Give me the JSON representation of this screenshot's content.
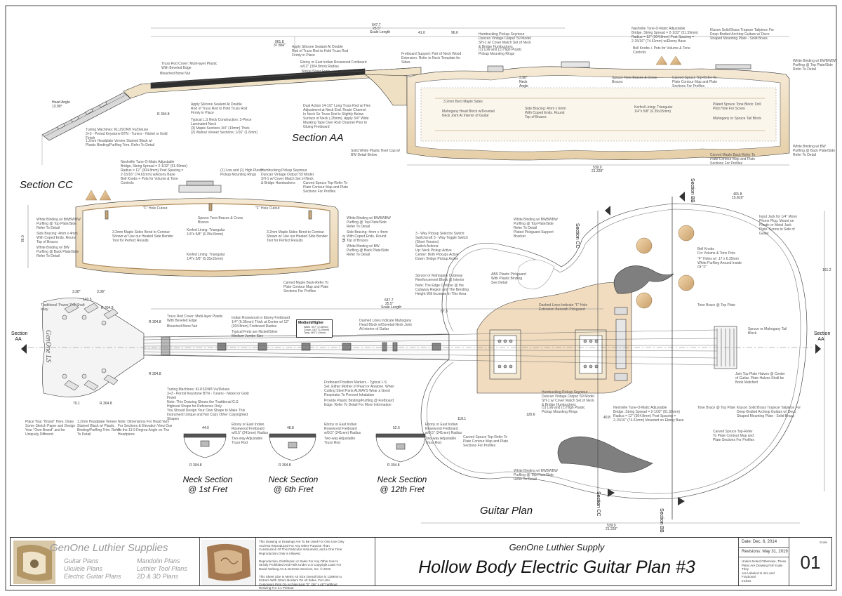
{
  "sections": {
    "aa": "Section AA",
    "cc": "Section CC",
    "plan": "Guitar Plan",
    "neck1": "Neck Section\n@ 1st Fret",
    "neck6": "Neck Section\n@ 6th Fret",
    "neck12": "Neck Section\n@ 12th Fret"
  },
  "markers": {
    "section_aa_left": "Section\nAA",
    "section_aa_right": "Section\nAA",
    "section_bb_top": "Section\nBB",
    "section_bb_bottom": "Section\nBB",
    "section_cc_top": "Section\nCC",
    "section_cc_bottom": "Section\nCC"
  },
  "headstock_logo": "GenOne LS",
  "dimensions": {
    "scale_top": "647.7",
    "scale_top_in": "25.5\"",
    "scale_length_label": "Scale Length",
    "scale_mid": "647.7",
    "scale_mid_in": "25.5\"",
    "overall_top": "961.8",
    "overall_top_in": "37.866\"",
    "body_length": "539.0",
    "body_length_in": "21.220\"",
    "plan_body_width": "401.8",
    "plan_body_width_in": "15.819\"",
    "plan_body_length": "539.0",
    "plan_body_length_in": "21.220\"",
    "head_angle": "Head Angle\n13.90°",
    "neck_angle": "3.90°\nNeck\nAngle",
    "d_41": "41.0",
    "d_96": "96.6",
    "d_3_38": "3.38\"",
    "d_3_38b": "3.38\"",
    "d_133": "133.5",
    "d_161": "161.2",
    "d_87": "87.3",
    "d_118": "118.1",
    "d_120": "120.6",
    "d_40": "40.8",
    "d_44": "44.0",
    "d_48": "48.8",
    "d_52": "52.6",
    "d_r304a": "R 304.8",
    "d_r304b": "R 304.8",
    "d_r304c": "R 304.8",
    "d_r304d": "R 304.8",
    "d_r304e": "R 304.8",
    "d_r304f": "R 304.8",
    "d_r304g": "R 304.8",
    "d_r304h": "R 304.8",
    "d_70": "70.1",
    "d_96cc": "96.0",
    "d_58": "58.0"
  },
  "notes": {
    "truss_rod_cover": "Truss Rod Cover: Multi-layer Plastic\nWith Beveled Edge",
    "bleached_bone_nut": "Bleached Bone Nut",
    "apply_silicone_top": "Apply Silicone Sealant At Double\nRod of Truss Rod to Hold Truss Rod\nFirmly in Place",
    "ebony_fretboard": "Ebony or East Indian Rosewood Fretboard\nw/12\" (304.8mm) Radius",
    "nickel_silver": "Nickel Silver Frets",
    "fretboard_support": "Fretboard Support: Part of Neck Wood\nExtension. Refer to Neck Template for\nSides",
    "humbucking_top": "Humbucking Pickup Seymour\nDuncan Vintage Output '59 Model\nSH-1 w/ Cover Match Set of Neck\n& Bridge Humbuckers",
    "low_high_top": "(1) Low and (1) High Plastic\nPickup Mounting Rings",
    "neshville_top": "Nashville Tune-O-Matic Adjustable\nBridge, String Spread = 2-1/32\" (51.59mm)\nRadius = 12\" (304.8mm) Post Spacing =\n2-15/16\" (74.61mm) w/Ebony Base",
    "bell_knobs_top": "Bell Knobs + Pots for Volume & Tone\nControls",
    "kluson_top": "Kluson Solid Brass Trapeze Tailpiece For\nDeep-Bodied Archtop Guitars w/ Deco\nShaped Mounting Plate - Solid Brass",
    "white_binding_top": "White Binding w/ BWBWBW\nPurfling @ Top Plate/Side\nRefer To Detail",
    "spruce_braces": "Spruce Tone Braces & Cross\nBraces",
    "carved_spruce_aa": "Carved Spruce Top-Refer To\nPlate Contour Map and Plate\nSections For Profiles",
    "plated_spruce": "Plated Spruce Tone Block: Drill\nPilot Hole For Screw",
    "mahogany_tail": "Mahogany or Spruce Tail Block",
    "white_binding_back": "White Binding w/ BW\nPurfling @ Back Plate/Side\nRefer To Detail",
    "carved_maple_back": "Carved Maple Back-Refer To\nPlate Contour Map and Plate\nSections For Profiles",
    "maple_sides": "3.2mm Bent Maple Sides",
    "mahogany_head_block": "Mahogany Head Block w/Dovetail\nNeck Joint At Interior of Guitar",
    "side_bracing": "Side Bracing: 4mm x 6mm\nWith Coped Ends. Round\nTop of Braces",
    "kerfed_lining_top": "Kerfed Lining: Triangular\n1/4\"x 5/8\" (6.35x15mm)",
    "apply_silicone_low": "Apply Silicone Sealant At Double\nRod of Truss Rod to Hold Truss Rod\nFirmly in Place",
    "neck_construction": "Typical L.S Neck Construction: 3-Piece\nLaminated Neck\n(3) Maple Sections 3/4\" (19mm) Thick\n(2) Walnut Veneer Sections: 1/16\" (1.6mm)",
    "dual_action": "Dual Action 14-1/2\" Long Truss Rod w/ Hex\nAdjustment at Neck End. Route Channel\nIn Neck So Truss Rod is Slightly Below\nSurface of Neck (.25mm). Apply 3/4\" Wide\nMasking Tape Over Rod Channel Prior to\nGluing Fretboard",
    "tuning_machines": "Tuning Machines: KLUSON® Vu/Deluxe\n3+3 - Period Keystone BTN - Tuners - Nickel or Gold\nFinish",
    "headplate_veneer": "1.2mm Headplate Veneer Stained Black w/\nPlastic Binding/Purfling Trim. Refer To Detail",
    "solid_white_cap": "Solid White Plastic Heel Cap w/\nBW Detail Below",
    "neshville_cc": "Neshville Tune-O-Matic Adjustable\nBridge, String Spread = 2-1/32\" (51.59mm)\nRadius = 12\" (304.8mm) Post Spacing =\n2-15/16\" (74.61mm) w/Ebony Base",
    "bell_knobs_cc": "Bell Knobs + Pots for Volume & Tone\nControls",
    "low_high_cc": "(1) Low and (1) High Plastic\nPickup Mounting Rings",
    "humbucking_cc": "Humbucking Pickup Seymour\nDuncan Vintage Output '59 Model\nSH-1 w/ Cover Match Set of Neck\n& Bridge Humbuckers",
    "carved_spruce_cc": "Carved Spruce Top-Refer To\nPlate Contour Map and Plate\nSections For Profiles",
    "white_binding_cc_l": "White Binding w/ BWBWBW\nPurfling @ Top Plate/Side\nRefer To Detail",
    "side_bracing_cc_l": "Side Bracing: 4mm x 4mm\nWith Coped Ends. Round\nTop of Braces",
    "white_binding_cc_bl": "White Binding w/ BW\nPurfling @ Back Plate/Side\nRefer To Detail",
    "maple_sides_cc_l": "3.2mm Maple Sides Bend to Contour\nShown w/ Use our Heated Side Bender\nTool for Perfect Results",
    "spruce_tone_cc": "Spruce Tone Braces & Cross\nBraces",
    "kerfed_cc": "Kerfed Lining: Triangular\n1/4\"x 5/8\" (6.35x15mm)",
    "maple_sides_cc_r": "3.2mm Maple Sides Bend to Contour\nShown w/ Use our Heated Side Bender\nTool for Perfect Results",
    "kerfed_cc_low": "Kerfed Lining: Triangular\n1/4\"x 5/8\" (6.35x15mm)",
    "white_binding_cc_r": "White Binding w/ BWBWBW\nPurfling @ Top Plate/Side\nRefer To Detail",
    "side_bracing_cc_r": "Side Bracing: 4mm x 4mm\nWith Coped Ends. Round\nTop of Braces",
    "white_binding_cc_br": "White Binding w/ BW\nPurfling @ Back Plate/Side\nRefer To Detail",
    "carved_maple_cc": "Carved Maple Back-Refer To\nPlate Contour Map and Plate\nSections For Profiles",
    "f_hole_cutout_l": "\"F\" Hole Cutout",
    "f_hole_cutout_r": "\"F\" Hole Cutout",
    "traditional_power": "Traditional 'Power' Pot Shaft\nInlay",
    "truss_rod_cover_plan": "Truss Rod Cover: Multi-layer Plastic\nWith Beveled Edge",
    "bleached_nut_plan": "Bleached Bone Nut",
    "indian_rosewood": "Indian Rosewood or Ebony Fretboard\n1/4\" (6.35mm) Thick at Center w/ 12\"\n(304.8mm) Fretboard Radius",
    "typical_frets": "Typical Frets are Nickel/Silver\nMedium Jumbo Size",
    "fret_wire_title": "Medium/Higher",
    "fret_wire_specs": "Width .097\" (2.46mm)\nCrown .043\" (1.09mm)\nTang  .063\" (1.6mm)",
    "dashed_lines_mahogany": "Dashed Lines Indicate Mahogany\nHead Block w/Dovetail Neck Joint\nAt Interior of Guitar",
    "tuning_plan": "Tuning Machines: KLUSON® Vu/Deluxe\n3+3 - Period Keystone BTN - Tuners - Nickel or Gold\nFinish",
    "note_dimensions": "Note: This Drawing Shows the Traditional G.S\nHighrest Shape for Reference Only.\nYou Should Design Your Own Shape to Make This\nInstrument Unique and Not Copy Other Copyrighted\nShapes",
    "place_brand": "Place Your \"Brand\" Here. Draw\nSome Sketch Paper and Design\nYour \"Own Brand\" and be\nUniquely Different.",
    "headplate_plan": "1.2mm Headplate Veneer\nStained Black w/ Plastic\nBinding/Purfling Trim. Refer\nTo Detail",
    "note_dim_head": "Note: Dimensions For Head Vary\nFor Sections & Elevation View Due\nTo the 13.9 Degree Angle on The\nHeadpiece",
    "fret_position": "Fretboard Position Markers - Typical L.S\nSet, Either Mother of Pearl or Abalone. When\nCutting Steel Parts ALWAYS Wear a Good\nRespirator To Prevent Inhalation",
    "provide_plastic": "Provide Plastic Binding/Purfling @ Fretboard\nEdge. Refer To Detail For More Information",
    "ebony_neck1": "Ebony or East Indian\nRosewood Fretboard\nw/9.5\" (241mm) Radius",
    "truss_neck1": "Two-way Adjustable\nTruss Rod",
    "ebony_neck6": "Ebony or East Indian\nRosewood Fretboard\nw/9.5\" (241mm) Radius",
    "truss_neck6": "Two-way Adjustable\nTruss Rod",
    "ebony_neck12": "Ebony or East Indian\nRosewood Fretboard\nw/9.5\" (241mm) Radius",
    "truss_neck12": "Two-way Adjustable\nTruss Rod",
    "spruce_cutaway": "Spruce or Mahogany Cutaway\nReinforcement Block @ Interior",
    "note_edge_contour": "Note: The Edge Contour @ the\nCutaway Region and The Bending\nHeight Will Increase In This Area",
    "abs_pickguard": "ABS Plastic Pickguard\nWith Plastic Binding\nSee Detail",
    "dashed_f_hole": "Dashed Lines Indicate \"F\" Hole\nExtension Beneath Pickguard",
    "three_way": "3 - Way Pickup Selector Switch:\nSwitchcraft 3 - Way Toggle Switch\n(Short Version)\nSwitch Actions:\nUp: Neck Pickup Active\nCenter: Both Pickups Active\nDown: Bridge Pickup Active",
    "white_binding_plan": "White Binding w/ BWBWBW\nPurfling @ Top Plate/Side\nRefer To Detail",
    "plated_pickguard": "Plated Pickguard Support\nBracket",
    "bell_knobs_plan": "Bell Knobs\nFor Volume & Tone Pots",
    "f_holes_plan": "\"F\" Holes w/ .17 x 6.35mm\nWhite Purfling Around Inside\nOf \"F\"",
    "input_jack": "Input Jack for 1/4\" Mono\nPhone Plug. Mount on\nPlastic or Metal Jack\nPlate. Screw to Side of\nGuitar",
    "tone_brace_plan": "Tone Brace @ Top Plate",
    "spruce_tail_plan": "Spruce or Mahogany Tail\nBlock",
    "join_top": "Join Top Plate Halves @ Center\nof Guitar. Plate Halves Shall be\nBook Matched",
    "humbucking_plan": "Humbucking Pickup Seymour\nDuncan Vintage Output '59 Model\nSH-1 w/ Cover Match Set of Neck\n& Bridge Humbuckers",
    "low_high_plan": "(1) Low and (1) High Plastic\nPickup Mounting Rings",
    "neshville_plan": "Neshville Tune-O-Matic Adjustable\nBridge, String Spread = 2-1/32\" (51.59mm)\nRadius = 12\" (304.8mm) Post Spacing =\n2-15/16\" (74.61mm) Mounted on Ebony Base",
    "tone_brace_plan2": "Tone Brace @ Top Plate",
    "kluson_plan": "Kluson Solid Brass Trapeze Tailpiece For\nDeep-Bodied Archtop Guitars w/ Deco\nShaped Mounting Plate - Solid Brass",
    "carved_spruce_plan": "Carved Spruce Top-Refer To\nPlate Contour Map and Plate\nSections For Profiles",
    "carved_spruce_plan2": "Carved Spruce Top-Refer\nTo Plate Contour Map and\nPlate Sections For Profiles",
    "white_binding_plan2": "White Binding w/ BWBWBW\nPurfling @ Top Plate/Side\nRefer To Detail"
  },
  "title_block": {
    "company": "GenOne Luthier Supplies",
    "links_col1": [
      "Guitar Plans",
      "Ukulele Plans",
      "Electric Guitar Plans"
    ],
    "links_col2": [
      "Mandolin Plans",
      "Luthier Tool Plans",
      "2D & 3D Plans"
    ],
    "legal": "This Drawing or Drawings Are To Be Used For One Use Only\nAnd Not Reproduced For Any Other Purpose Than\nConstruction Of This Particular Instrument, and a One Time\nReproduction Only is Allowed.\n\nReproduction, Distribution or Sales For Any Other Use Is\nStrictly Prohibited And Falls Under U.S Copyright Laws For\nDavid Verburg Art & GenOne Services, Inc. © 2019\n\nThis Sheet Size Is Metric A0 Size Overall Size is 1189mm x\n841mm With 10mm Borders On All Sides. For USA\nCustomers Print On Architectural \"E\" (36\" x 48\") Without\nResizing For 1:1 Printout",
    "subtitle": "GenOne Luthier Supply",
    "title": "Hollow Body Electric Guitar Plan #3",
    "date": "Date: Dec. 6, 2014",
    "revisions": "Revisions: May 31, 2019",
    "units_note": "Unless Noted Otherwise, These\nPlans Are Drawing Full Scale. They\nAre Labeled In mm and Fractional\nInches",
    "scale_label": "Scale",
    "sheet": "01"
  },
  "colors": {
    "wood_light": "#f3e6cf",
    "wood_mid": "#e9d3ad",
    "wood_dark": "#c9a878",
    "tortoise": "#f1dcc0",
    "dark": "#333333",
    "grey": "#888888",
    "knob": "#e4c59b",
    "fhole": "#7f7f7f",
    "brand_grey": "#9a9a9a"
  }
}
